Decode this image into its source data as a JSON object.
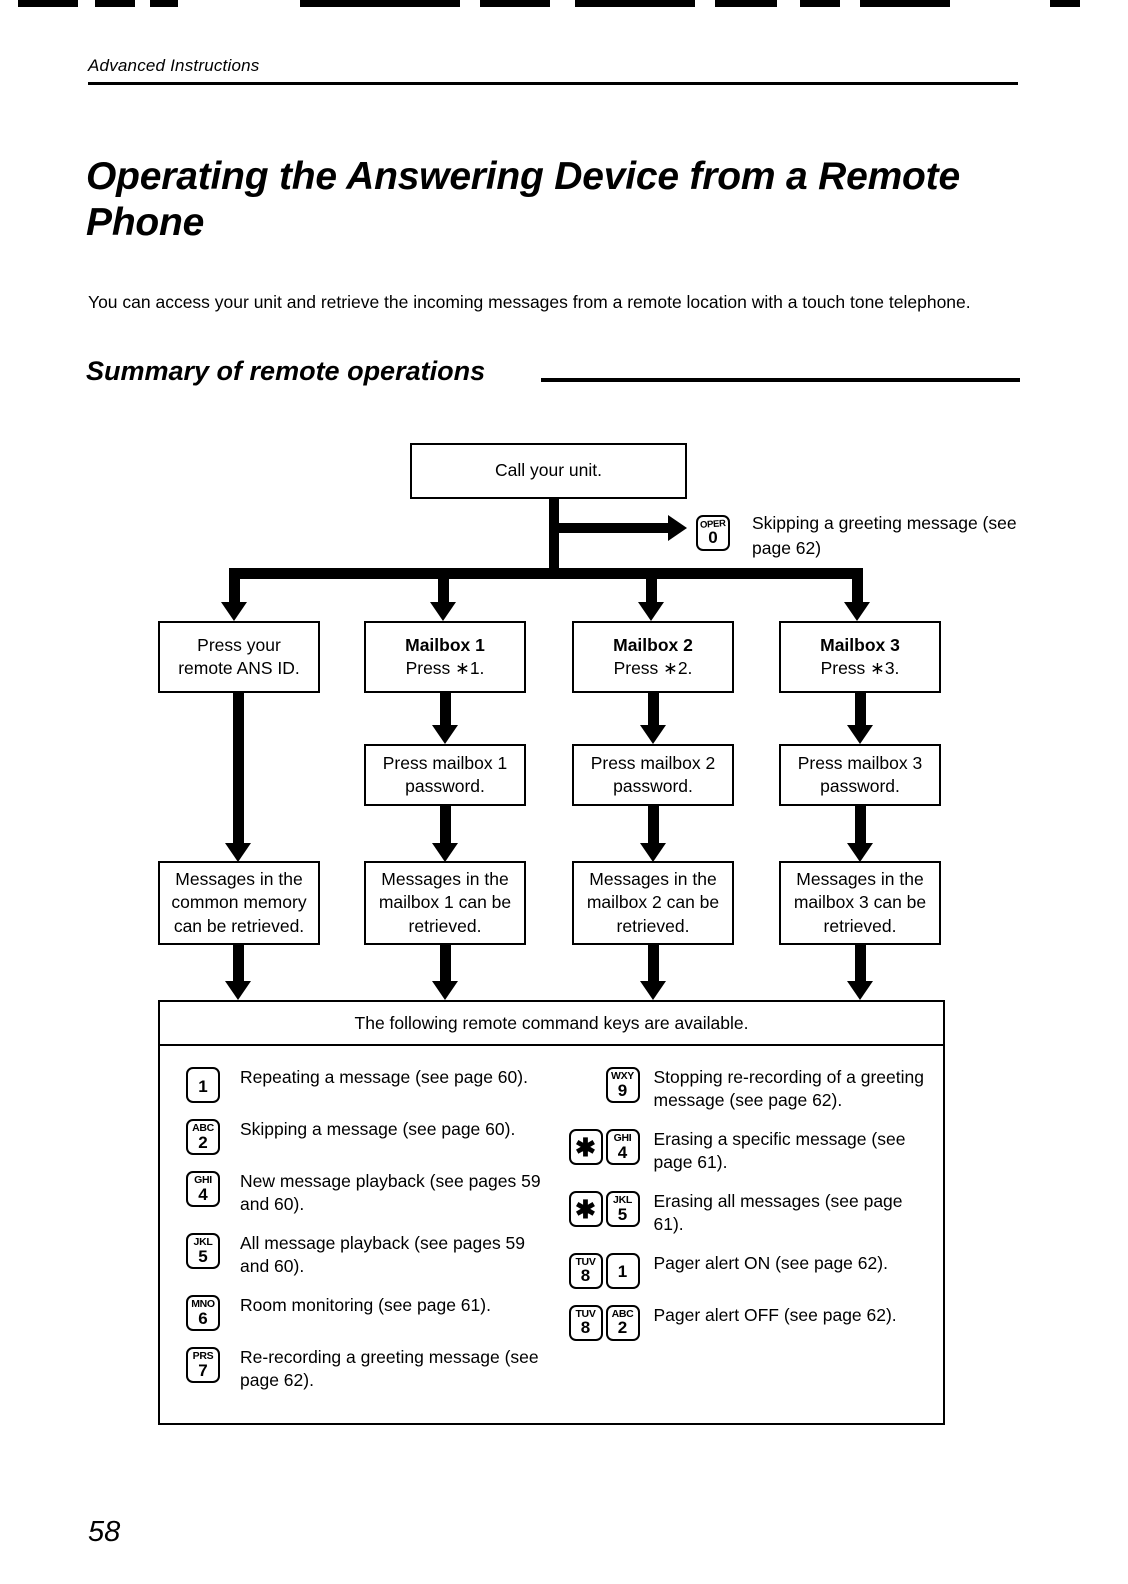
{
  "document": {
    "running_head": "Advanced Instructions",
    "title": "Operating the Answering Device from a Remote Phone",
    "intro": "You can access your unit and retrieve the incoming messages from a remote location with a touch tone telephone.",
    "section_heading": "Summary of remote operations",
    "page_number": "58"
  },
  "flow": {
    "start_box": "Call your unit.",
    "skip_key": {
      "letters": "OPER",
      "digit": "0"
    },
    "skip_label": "Skipping a greeting message (see page 62)",
    "columns": [
      {
        "step1_line1": "Press your",
        "step1_line2": "remote ANS ID.",
        "step1_bold": "",
        "step2": "",
        "step3": "Messages in the common memory can be retrieved."
      },
      {
        "step1_bold": "Mailbox 1",
        "step1_line2": "Press ∗1.",
        "step2": "Press mailbox 1 password.",
        "step3": "Messages in the mailbox 1 can be retrieved."
      },
      {
        "step1_bold": "Mailbox 2",
        "step1_line2": "Press ∗2.",
        "step2": "Press mailbox 2 password.",
        "step3": "Messages in the mailbox 2 can be retrieved."
      },
      {
        "step1_bold": "Mailbox 3",
        "step1_line2": "Press ∗3.",
        "step2": "Press mailbox 3 password.",
        "step3": "Messages in the mailbox 3 can be retrieved."
      }
    ]
  },
  "panel": {
    "heading": "The following remote command keys are available.",
    "left_commands": [
      {
        "keys": [
          {
            "letters": "",
            "digit": "1"
          }
        ],
        "text": "Repeating a message (see page 60)."
      },
      {
        "keys": [
          {
            "letters": "ABC",
            "digit": "2"
          }
        ],
        "text": "Skipping a message (see page 60)."
      },
      {
        "keys": [
          {
            "letters": "GHI",
            "digit": "4"
          }
        ],
        "text": "New message playback (see pages 59 and 60)."
      },
      {
        "keys": [
          {
            "letters": "JKL",
            "digit": "5"
          }
        ],
        "text": "All message playback (see pages 59 and 60)."
      },
      {
        "keys": [
          {
            "letters": "MNO",
            "digit": "6"
          }
        ],
        "text": "Room monitoring (see page 61)."
      },
      {
        "keys": [
          {
            "letters": "PRS",
            "digit": "7"
          }
        ],
        "text": "Re-recording a greeting message (see page 62)."
      }
    ],
    "right_commands": [
      {
        "keys": [
          {
            "letters": "WXY",
            "digit": "9"
          }
        ],
        "text": "Stopping re-recording of a greeting message (see page 62)."
      },
      {
        "keys": [
          {
            "letters": "",
            "digit": "✱"
          },
          {
            "letters": "GHI",
            "digit": "4"
          }
        ],
        "text": "Erasing a specific message (see page 61)."
      },
      {
        "keys": [
          {
            "letters": "",
            "digit": "✱"
          },
          {
            "letters": "JKL",
            "digit": "5"
          }
        ],
        "text": "Erasing all messages (see page 61)."
      },
      {
        "keys": [
          {
            "letters": "TUV",
            "digit": "8"
          },
          {
            "letters": "",
            "digit": "1"
          }
        ],
        "text": "Pager alert ON (see page 62)."
      },
      {
        "keys": [
          {
            "letters": "TUV",
            "digit": "8"
          },
          {
            "letters": "ABC",
            "digit": "2"
          }
        ],
        "text": "Pager alert OFF (see page 62)."
      }
    ]
  }
}
